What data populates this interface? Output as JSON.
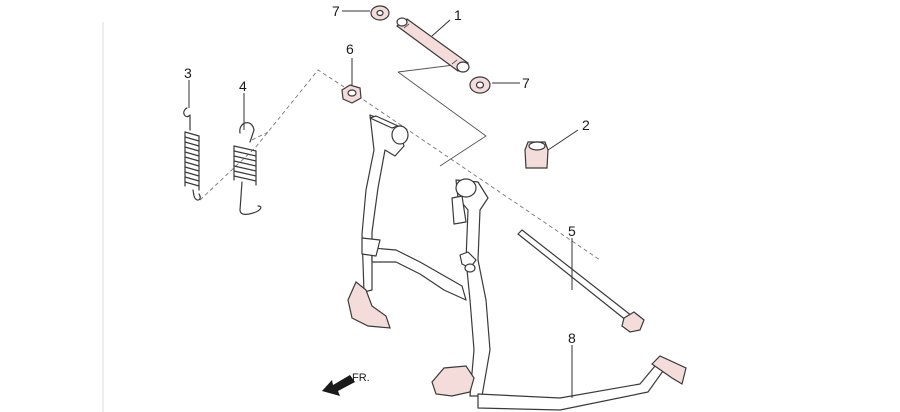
{
  "diagram": {
    "callouts": {
      "c1": "1",
      "c2": "2",
      "c3": "3",
      "c4": "4",
      "c5": "5",
      "c6": "6",
      "c7a": "7",
      "c7b": "7",
      "c8": "8"
    },
    "direction_label": "FR.",
    "colors": {
      "part_shade": "#f3dcd9",
      "outline": "#3a3a3a"
    }
  }
}
